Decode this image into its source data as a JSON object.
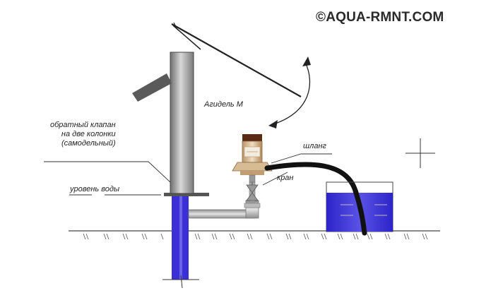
{
  "watermark": "©AQUA-RMNT.COM",
  "labels": {
    "pump_model": "Агидель М",
    "check_valve_line1": "обратный клапан",
    "check_valve_line2": "на две колонки",
    "check_valve_line3": "(самодельный)",
    "water_level": "уровень воды",
    "hose": "шланг",
    "tap": "кран"
  },
  "colors": {
    "water": "#3b2fd6",
    "water_light": "#7f78ee",
    "pipe_gray": "#9a9a9a",
    "pump_body": "#c8a77f"
  }
}
